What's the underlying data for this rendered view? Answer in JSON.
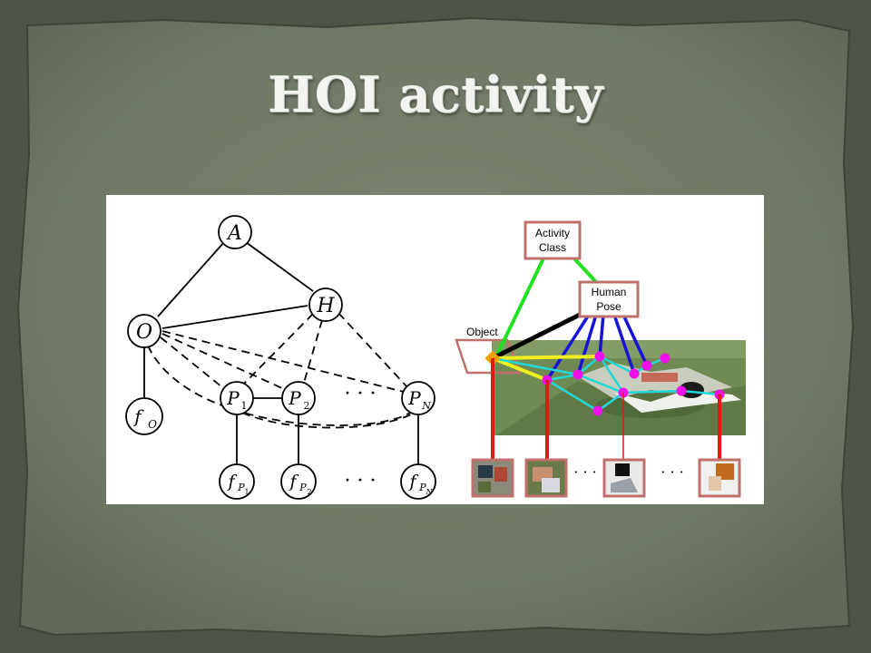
{
  "slide": {
    "title": "HOI activity"
  },
  "graph": {
    "node_A": "A",
    "node_H": "H",
    "node_O": "O",
    "node_fO_base": "f",
    "node_fO_sub": "O",
    "node_P_base": "P",
    "node_P1_sub": "1",
    "node_P2_sub": "2",
    "node_PN_sub": "N",
    "node_f_base": "f",
    "ellipsis": "· · ·"
  },
  "pose_figure": {
    "activity_label_line1": "Activity",
    "activity_label_line2": "Class",
    "pose_label_line1": "Human",
    "pose_label_line2": "Pose",
    "object_label": "Object",
    "ellipsis": "· · ·"
  },
  "colors": {
    "slide_bg": "#6f7866",
    "slide_border": "#4d5248",
    "label_box": "#c0706a",
    "red_link": "#e01a10",
    "green_link": "#22e022",
    "blue_link": "#1414d8",
    "cyan_link": "#20d8d8",
    "yellow_link": "#f0f020",
    "joint": "#ee10e8",
    "object_marker": "#f2a000"
  }
}
